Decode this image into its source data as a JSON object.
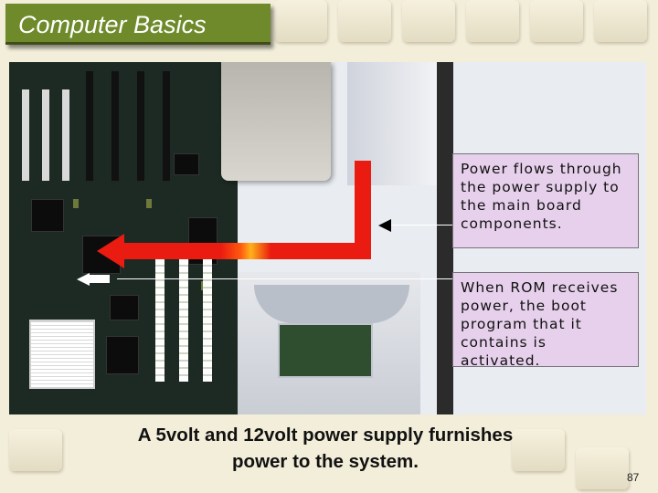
{
  "slide": {
    "title": "Computer Basics",
    "caption_line1": "A 5volt and 12volt power supply furnishes",
    "caption_line2": "power to the system.",
    "page_number": "87"
  },
  "callouts": [
    {
      "line1": "Power flows through",
      "line2": "the power supply to",
      "line3": "the main board",
      "line4": "components."
    },
    {
      "line1": "When ROM receives",
      "line2": "power, the boot",
      "line3": "program that it",
      "line4": "contains is activated."
    }
  ],
  "colors": {
    "title_bar": "#6e8a2a",
    "callout_bg": "#e7d0ec",
    "arrow": "#ea1b10",
    "background": "#f3eeda"
  }
}
